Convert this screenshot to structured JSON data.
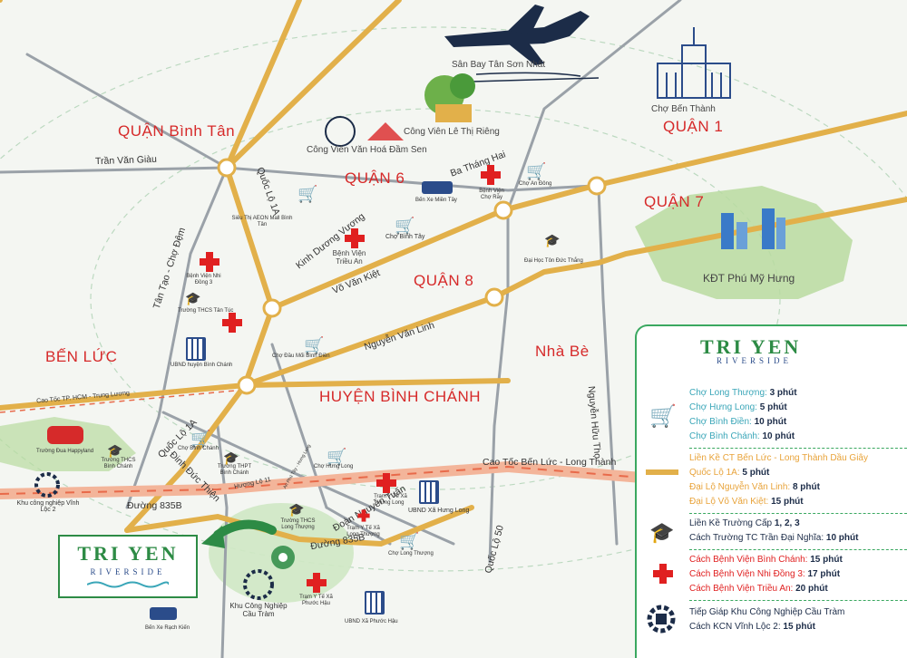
{
  "districts": {
    "binh_tan": "QUẬN Bình Tân",
    "quan1": "QUẬN 1",
    "quan6": "QUẬN 6",
    "quan7": "QUẬN 7",
    "quan8": "QUẬN 8",
    "ben_luc": "BẾN LỨC",
    "nha_be": "Nhà Bè",
    "binh_chanh": "HUYỆN BÌNH CHÁNH"
  },
  "roads": {
    "tran_van_giau": "Trần Văn Giàu",
    "quoc_lo_1a_top": "Quốc Lộ 1A",
    "kinh_duong_vuong": "Kinh Dương Vương",
    "ba_thang_hai": "Ba Tháng Hai",
    "vo_van_kiet": "Võ Văn Kiệt",
    "tan_tao_cho_dem": "Tân Tạo - Chợ Đệm",
    "nguyen_van_linh": "Nguyễn Văn Linh",
    "cao_toc_tp_hcm": "Cao Tốc TP. HCM - Trung Lương",
    "nguyen_huu_tho": "Nguyễn Hữu Thọ",
    "quoc_lo_1a_bottom": "Quốc Lộ 1A",
    "dinh_duc_thien": "Đinh Đức Thiện",
    "cao_toc_ben_luc": "Cao Tốc Bến Lức - Long Thành",
    "duong_835b_left": "Đường 835B",
    "duong_835b_right": "Đường 835B",
    "doan_nguyen_tuan": "Đoàn Nguyễn Tuấn",
    "quoc_lo_50": "Quốc Lộ 50",
    "huong_lo_11": "Hương Lộ 11",
    "an_phu_tay": "An Phú Tây - Hưng Long"
  },
  "places": {
    "san_bay": "Sân Bay Tân Sơn Nhất",
    "cho_ben_thanh": "Chợ Bến Thành",
    "cong_vien_dam_sen": "Công Viên Văn Hoá Đầm Sen",
    "cong_vien_le_thi_rieng": "Công Viên Lê Thị Riêng",
    "kdt_phu_my_hung": "KĐT Phú Mỹ Hưng"
  },
  "pois": {
    "aeon": "Siêu Thị AEON Mall Bình Tân",
    "ben_xe_mien_tay": "Bến Xe Miền Tây",
    "bv_cho_ray": "Bệnh Viện Chợ Rẫy",
    "cho_an_dong": "Chợ An Đông",
    "bv_trieu_an": "Bệnh Viện Triều An",
    "cho_binh_tay": "Chợ Bình Tây",
    "dh_ton_duc_thang": "Đại Học Tôn Đức Thắng",
    "bv_nhi_dong_3": "Bệnh Viện Nhi Đồng 3",
    "truong_thcs_tan_tuc": "Trường THCS Tân Túc",
    "cho_dau_moi_binh_dien": "Chợ Đầu Mối Bình Điền",
    "ubnd_binh_chanh": "UBND huyện Bình Chánh",
    "truong_dua_happyland": "Trường Đua Happyland",
    "truong_thcs_binh_chanh": "Trường THCS Bình Chánh",
    "cho_binh_chanh": "Chợ Bình Chánh",
    "truong_thpt_binh_chanh": "Trường THPT Bình Chánh",
    "cho_hung_long": "Chợ Hưng Long",
    "tram_y_te_hung_long": "Trạm Y Tế Xã Hưng Long",
    "ubnd_hung_long": "UBND Xã Hưng Long",
    "kcn_vinh_loc": "Khu công nghiệp Vĩnh Lộc 2",
    "truong_thcs_long_thuong": "Trường THCS Long Thượng",
    "tram_y_te_long_thuong": "Trạm Y Tế Xã Long Thượng",
    "cho_long_thuong": "Chợ Long Thượng",
    "kcn_cau_tram": "Khu Công Nghiệp Cầu Tràm",
    "tram_y_te_phuoc_hau": "Trạm Y Tế Xã Phước Hậu",
    "ubnd_phuoc_hau": "UBND Xã Phước Hậu",
    "ben_xe_rach_kien": "Bến Xe Rạch Kiến"
  },
  "logo": {
    "name": "TRI YEN",
    "sub": "RIVERSIDE"
  },
  "legend": {
    "logo_name": "TRI YEN",
    "logo_sub": "RIVERSIDE",
    "markets": [
      {
        "text": "Chợ Long Thượng: ",
        "value": "3 phút"
      },
      {
        "text": "Chợ Hưng Long: ",
        "value": "5 phút"
      },
      {
        "text": "Chợ Bình Điền: ",
        "value": "10 phút"
      },
      {
        "text": "Chợ Bình Chánh: ",
        "value": "10 phút"
      }
    ],
    "roads": [
      {
        "text": "Liền Kề CT Bến Lức - Long Thành Dầu Giây",
        "value": ""
      },
      {
        "text": "Quốc Lộ 1A: ",
        "value": "5 phút"
      },
      {
        "text": "Đại Lộ Nguyễn Văn Linh: ",
        "value": "8 phút"
      },
      {
        "text": "Đại Lộ Võ Văn Kiệt: ",
        "value": "15 phút"
      }
    ],
    "schools": [
      {
        "text": "Liền Kề Trường Cấp ",
        "value": "1, 2, 3"
      },
      {
        "text": "Cách Trường TC Trần Đại Nghĩa: ",
        "value": "10 phút"
      }
    ],
    "hospitals": [
      {
        "text": "Cách Bệnh Viện Bình Chánh: ",
        "value": "15 phút"
      },
      {
        "text": "Cách Bệnh Viện Nhi Đồng 3: ",
        "value": "17 phút"
      },
      {
        "text": "Cách Bệnh Viện Triều An: ",
        "value": "20 phút"
      }
    ],
    "industry": [
      {
        "text": "Tiếp Giáp Khu Công Nghiệp Cầu Tràm",
        "value": ""
      },
      {
        "text": "Cách KCN Vĩnh Lộc 2: ",
        "value": "15 phút"
      }
    ]
  },
  "colors": {
    "main_road": "#e2b04a",
    "minor_road": "#9aa1a8",
    "district": "#d62a2a",
    "green": "#2d8b45",
    "highway_dash": "#e86a4a"
  }
}
